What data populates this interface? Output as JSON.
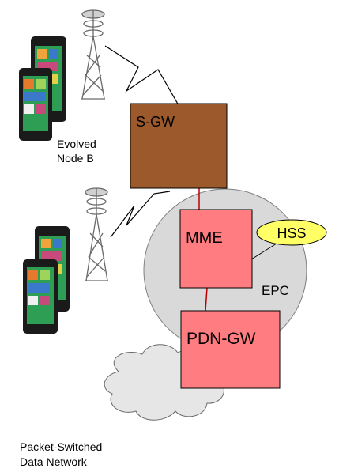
{
  "diagram": {
    "labels": {
      "enodeb_line1": "Evolved",
      "enodeb_line2": "Node B",
      "sgw": "S-GW",
      "mme": "MME",
      "hss": "HSS",
      "epc": "EPC",
      "pdngw": "PDN-GW",
      "network_line1": "Packet-Switched",
      "network_line2": "Data Network"
    },
    "colors": {
      "sgw_fill": "#9c5a2c",
      "node_fill": "#ff7c80",
      "hss_fill": "#ffff66",
      "epc_fill": "#d9d9d9",
      "cloud_fill": "#e6e6e6",
      "link_red": "#c00000",
      "phone_screen": "#2e9e55"
    },
    "icons": [
      "cell-tower-icon",
      "smartphone-icon",
      "cloud-icon"
    ]
  }
}
